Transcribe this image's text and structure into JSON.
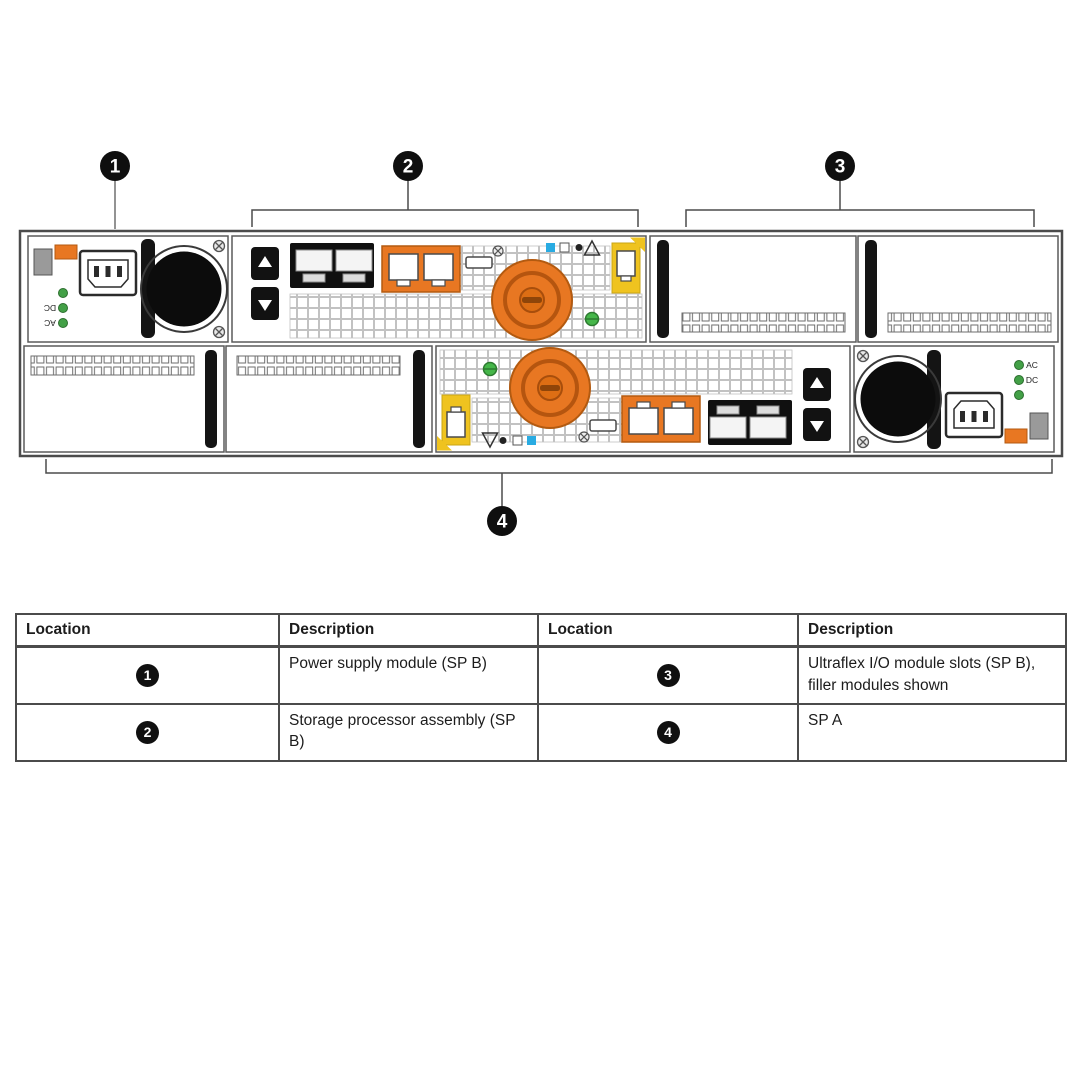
{
  "callouts": {
    "c1": "1",
    "c2": "2",
    "c3": "3",
    "c4": "4"
  },
  "psu": {
    "led_labels": [
      "AC",
      "DC"
    ]
  },
  "table": {
    "headers": [
      "Location",
      "Description",
      "Location",
      "Description"
    ],
    "rows": [
      {
        "loc_a": "1",
        "desc_a": "Power supply module (SP B)",
        "loc_b": "3",
        "desc_b": "Ultraflex I/O module slots (SP B), filler modules shown"
      },
      {
        "loc_a": "2",
        "desc_a": "Storage processor assembly (SP B)",
        "loc_b": "4",
        "desc_b": "SP A"
      }
    ]
  }
}
